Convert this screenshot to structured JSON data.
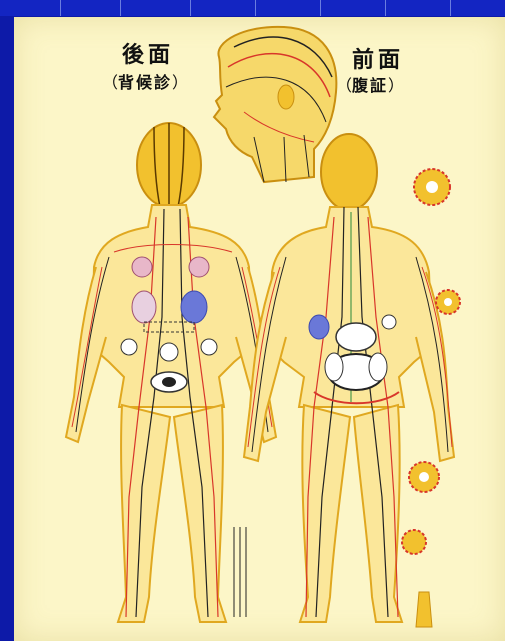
{
  "poster": {
    "back_title": "後面",
    "back_subtitle": "背候診",
    "front_title": "前面",
    "front_subtitle": "腹証"
  },
  "colors": {
    "frame": "#0d1aa8",
    "paper": "#fcf6c8",
    "skin": "#f2c12e",
    "meridian_red": "#d8362a",
    "meridian_black": "#222222",
    "organ_blue": "#6a78d8"
  }
}
